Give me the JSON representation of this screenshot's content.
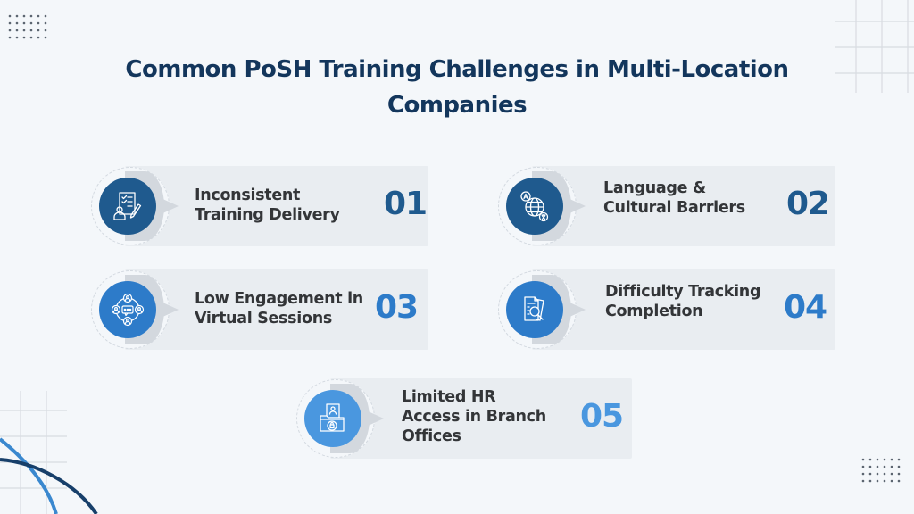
{
  "title": {
    "line1": "Common PoSH Training Challenges in Multi-Location",
    "line2": "Companies"
  },
  "colors": {
    "background": "#f4f7fa",
    "title": "#13365c",
    "card_panel": "#e9edf1",
    "label_text": "#333538",
    "dark_blue": "#1f5a8e",
    "mid_blue": "#2d7bc9",
    "light_blue": "#4a97df"
  },
  "challenges": [
    {
      "number": "01",
      "line1": "Inconsistent",
      "line2": "Training Delivery",
      "line3": "",
      "icon": "checklist-person-pencil-icon",
      "color": "#1f5a8e"
    },
    {
      "number": "02",
      "line1": "Language &",
      "line2": "Cultural Barriers",
      "line3": "",
      "icon": "globe-translate-icon",
      "color": "#1f5a8e"
    },
    {
      "number": "03",
      "line1": "Low Engagement in",
      "line2": "Virtual Sessions",
      "line3": "",
      "icon": "network-people-chat-icon",
      "color": "#2d7bc9"
    },
    {
      "number": "04",
      "line1": "Difficulty Tracking",
      "line2": "Completion",
      "line3": "",
      "icon": "document-search-icon",
      "color": "#2d7bc9"
    },
    {
      "number": "05",
      "line1": "Limited HR",
      "line2": "Access in Branch",
      "line3": "Offices",
      "icon": "locked-folder-person-icon",
      "color": "#4a97df"
    }
  ]
}
